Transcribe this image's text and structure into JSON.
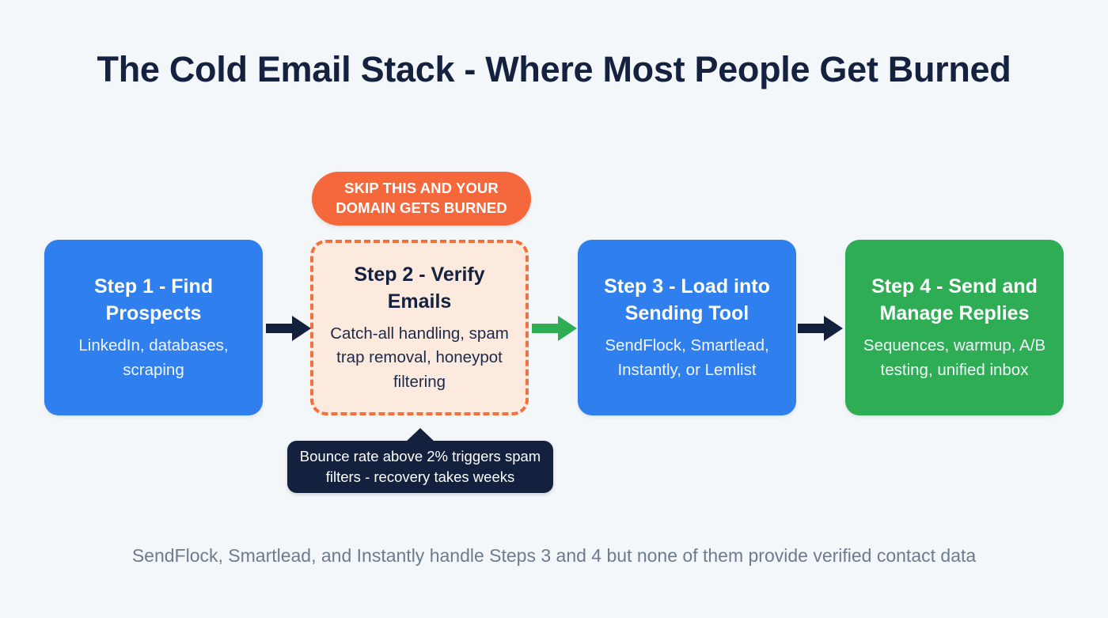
{
  "title": "The Cold Email Stack - Where Most People Get Burned",
  "warning_badge": {
    "text": "SKIP THIS AND YOUR DOMAIN GETS BURNED",
    "color": "#f4683c"
  },
  "steps": [
    {
      "id": "step-1",
      "title": "Step 1 - Find Prospects",
      "description": "LinkedIn, databases, scraping",
      "style": "blue",
      "color": "#2f7fef"
    },
    {
      "id": "step-2",
      "title": "Step 2 - Verify Emails",
      "description": "Catch-all handling, spam trap removal, honeypot filtering",
      "style": "dashed",
      "color": "#fdeade",
      "border_color": "#f4703a"
    },
    {
      "id": "step-3",
      "title": "Step 3 - Load into Sending Tool",
      "description": "SendFlock, Smartlead, Instantly, or Lemlist",
      "style": "blue",
      "color": "#2f7fef"
    },
    {
      "id": "step-4",
      "title": "Step 4 - Send and Manage Replies",
      "description": "Sequences, warmup, A/B testing, unified inbox",
      "style": "green",
      "color": "#2fad54"
    }
  ],
  "arrows": [
    {
      "id": "arrow-1",
      "name": "arrow-step1-to-step2",
      "color": "#13213f"
    },
    {
      "id": "arrow-2",
      "name": "arrow-step2-to-step3",
      "color": "#2fad54"
    },
    {
      "id": "arrow-3",
      "name": "arrow-step3-to-step4",
      "color": "#13213f"
    }
  ],
  "callout": {
    "text": "Bounce rate above 2% triggers spam filters - recovery takes weeks",
    "color": "#13213f"
  },
  "footer": "SendFlock, Smartlead, and Instantly handle Steps 3 and 4 but none of them provide verified contact data",
  "background_color": "#f4f7fa",
  "title_color": "#14213f"
}
